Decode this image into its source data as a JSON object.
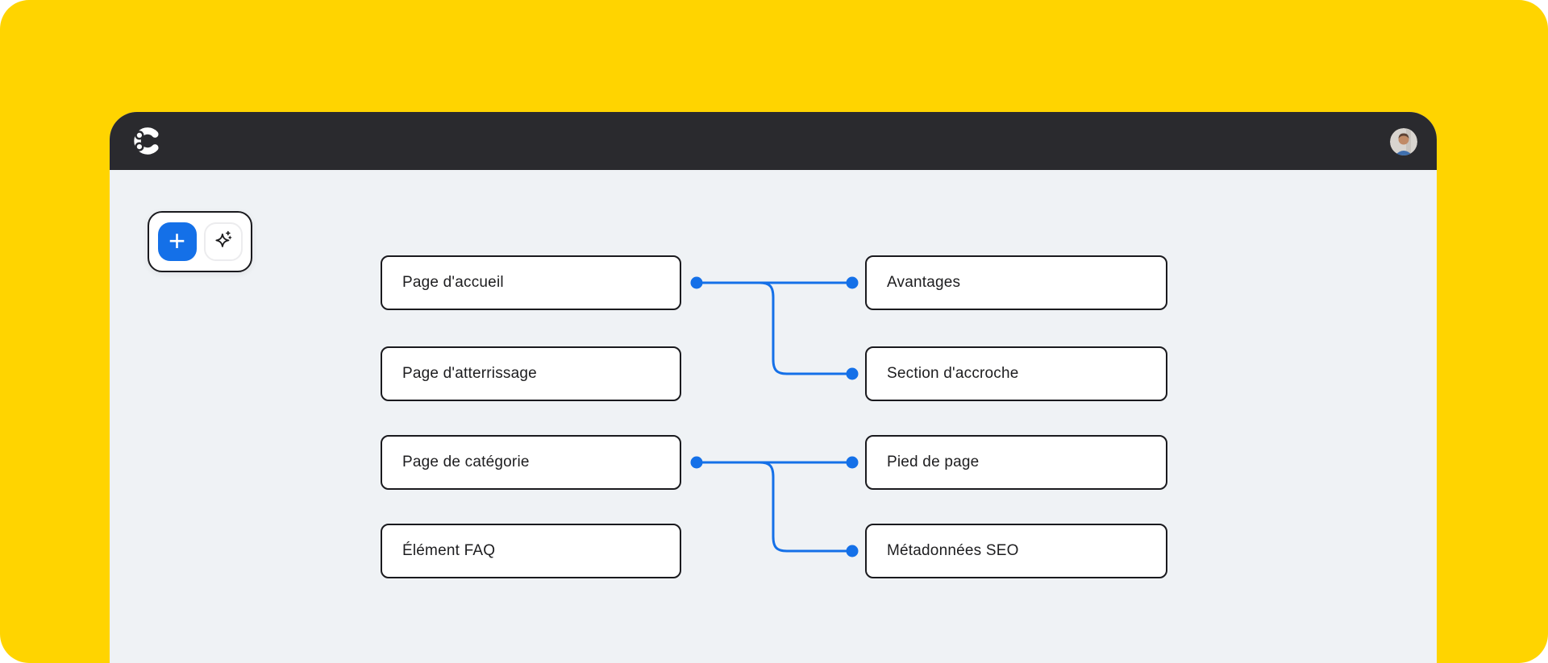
{
  "colors": {
    "page_bg": "#ffffff",
    "frame": "#ffd400",
    "header": "#2a2a2e",
    "canvas": "#eff2f5",
    "accent": "#1470e8",
    "node_border": "#1a1a1e",
    "node_bg": "#ffffff",
    "node_text": "#1d1d1f"
  },
  "header": {
    "icons": {
      "logo": "contentful-c-logo",
      "avatar": "user-photo"
    }
  },
  "toolbar": {
    "add_label": "+",
    "icons": {
      "add": "plus-icon",
      "ai": "sparkles-icon"
    }
  },
  "canvas": {
    "left_nodes": [
      {
        "label": "Page d'accueil"
      },
      {
        "label": "Page d'atterrissage"
      },
      {
        "label": "Page de catégorie"
      },
      {
        "label": "Élément FAQ"
      }
    ],
    "right_nodes": [
      {
        "label": "Avantages"
      },
      {
        "label": "Section d'accroche"
      },
      {
        "label": "Pied de page"
      },
      {
        "label": "Métadonnées SEO"
      }
    ],
    "connections": [
      {
        "from": "Page d'accueil",
        "to": "Avantages"
      },
      {
        "from": "Page d'accueil",
        "to": "Section d'accroche"
      },
      {
        "from": "Page de catégorie",
        "to": "Pied de page"
      },
      {
        "from": "Page de catégorie",
        "to": "Métadonnées SEO"
      }
    ]
  }
}
